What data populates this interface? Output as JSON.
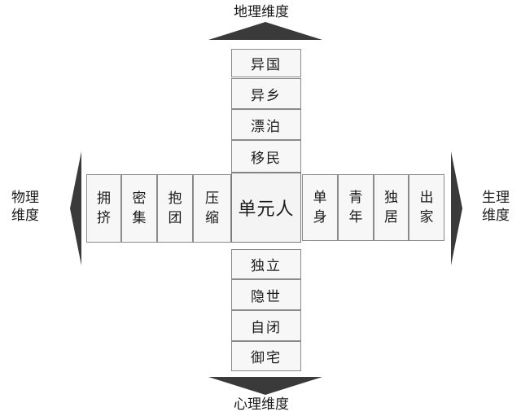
{
  "axes": {
    "top": "地理维度",
    "bottom": "心理维度",
    "left": [
      "物理",
      "维度"
    ],
    "right": [
      "生理",
      "维度"
    ]
  },
  "center": "单元人",
  "top_items": [
    "异国",
    "异乡",
    "漂泊",
    "移民"
  ],
  "bottom_items": [
    "独立",
    "隐世",
    "自闭",
    "御宅"
  ],
  "left_items": [
    [
      "拥",
      "挤"
    ],
    [
      "密",
      "集"
    ],
    [
      "抱",
      "团"
    ],
    [
      "压",
      "缩"
    ]
  ],
  "right_items": [
    [
      "单",
      "身"
    ],
    [
      "青",
      "年"
    ],
    [
      "独",
      "居"
    ],
    [
      "出",
      "家"
    ]
  ],
  "colors": {
    "arrow": "#3a3a3a",
    "border": "#8a8a8a",
    "cell_bg": "#f7f7f7"
  }
}
